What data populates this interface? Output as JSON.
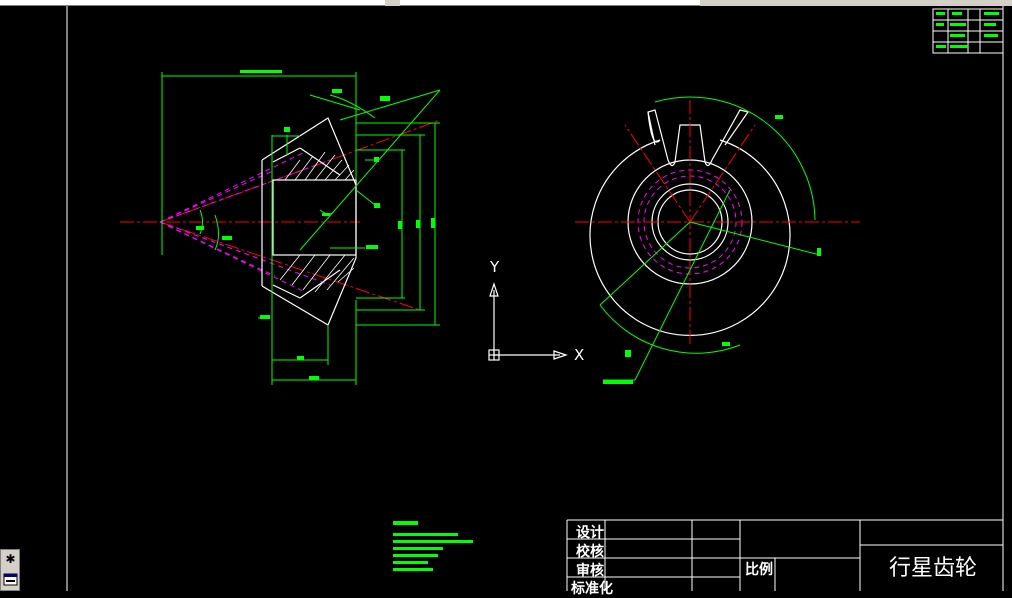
{
  "title_block": {
    "rows": [
      "设计",
      "校核",
      "审核",
      "标准化"
    ],
    "scale_label": "比例",
    "part_name": "行星齿轮"
  },
  "ucs": {
    "x_label": "X",
    "y_label": "Y"
  },
  "colors": {
    "background": "#000000",
    "geometry": "#ffffff",
    "dimension": "#00ff00",
    "centerline": "#ff0000",
    "pitch_line": "#ff00ff",
    "toolbar": "#d4d0c8"
  },
  "icons": {
    "tool_1": "asterisk-icon",
    "tool_2": "window-icon"
  }
}
